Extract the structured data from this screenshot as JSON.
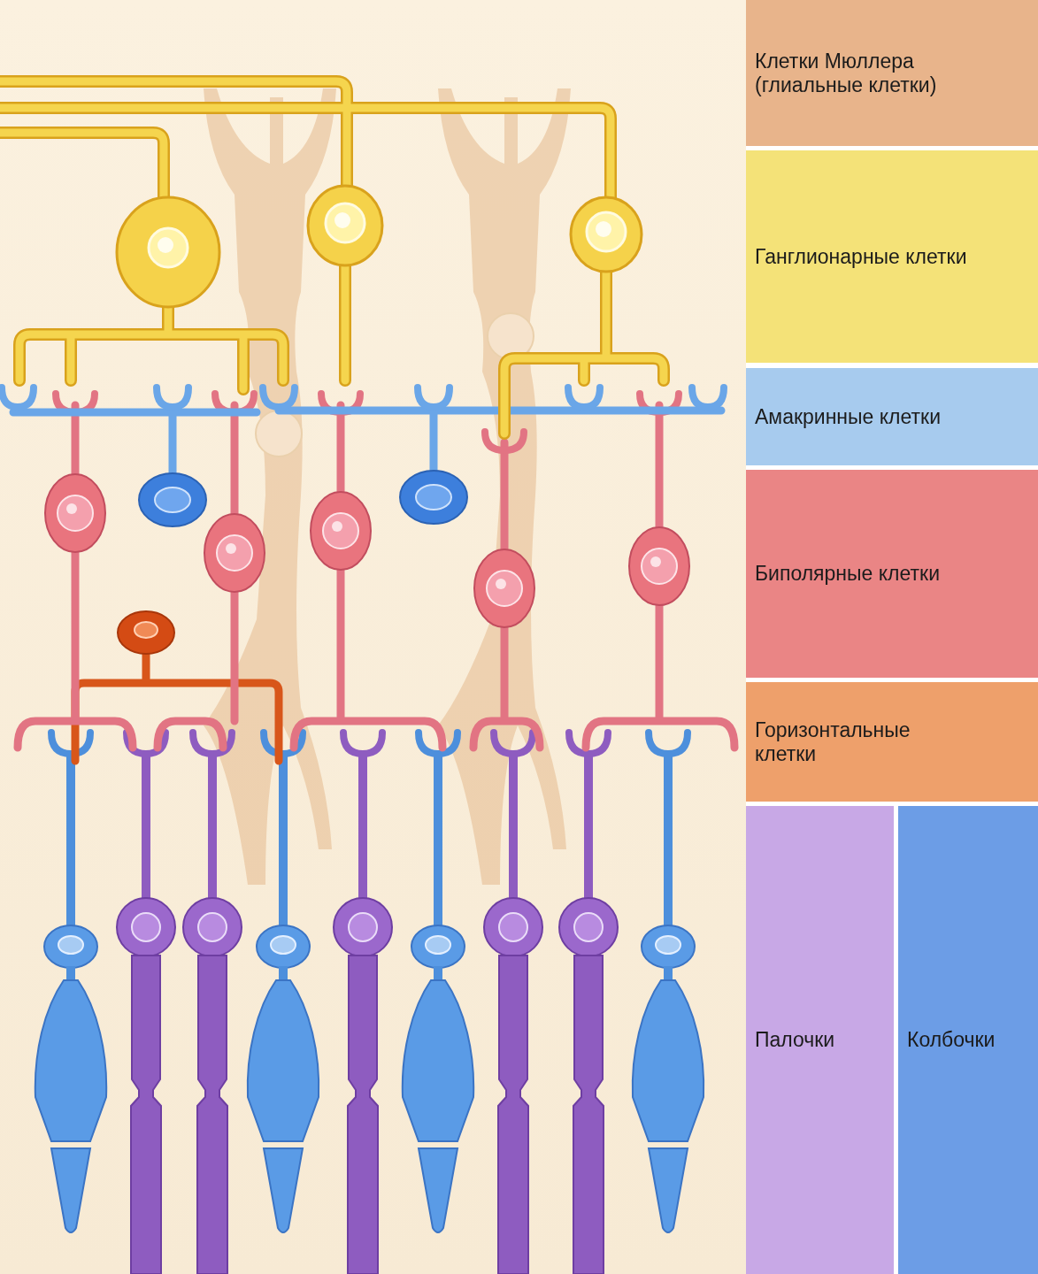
{
  "diagram": {
    "nodes": [
      {
        "text": [
          "Клетки Мюллера (глиальные клетки)"
        ]
      },
      {
        "text": [
          "Ганглионарные клетки"
        ]
      },
      {
        "text": [
          "Амакринные клетки"
        ]
      },
      {
        "text": [
          "Биполярные клетки"
        ]
      },
      {
        "text": [
          "Горизонтальные клетки"
        ]
      },
      {
        "text": [
          "Палочки"
        ]
      },
      {
        "text": [
          "Колбочки"
        ]
      }
    ]
  }
}
